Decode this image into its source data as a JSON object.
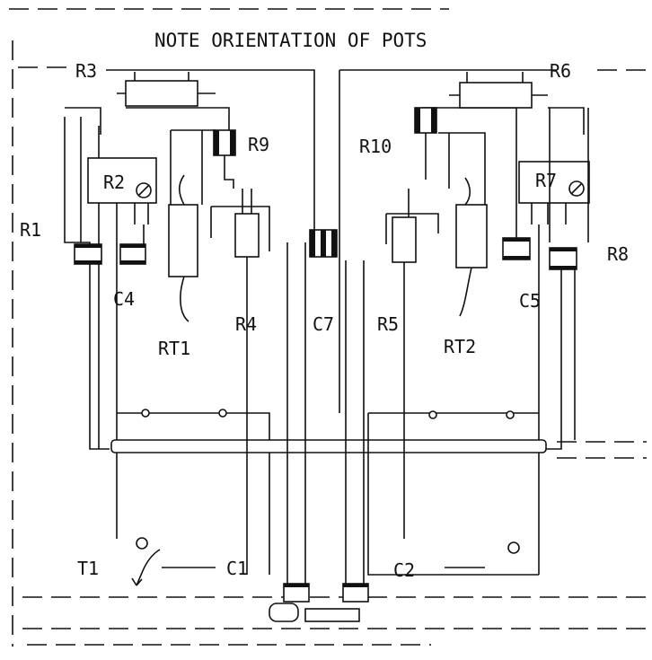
{
  "title": "NOTE ORIENTATION OF POTS",
  "labels": {
    "r1": "R1",
    "r2": "R2",
    "r3": "R3",
    "r4": "R4",
    "r5": "R5",
    "r6": "R6",
    "r7": "R7",
    "r8": "R8",
    "r9": "R9",
    "r10": "R10",
    "c1": "C1",
    "c2": "C2",
    "c4": "C4",
    "c5": "C5",
    "c7": "C7",
    "rt1": "RT1",
    "rt2": "RT2",
    "t1": "T1"
  },
  "colors": {
    "ink": "#111111",
    "paper": "#ffffff"
  }
}
